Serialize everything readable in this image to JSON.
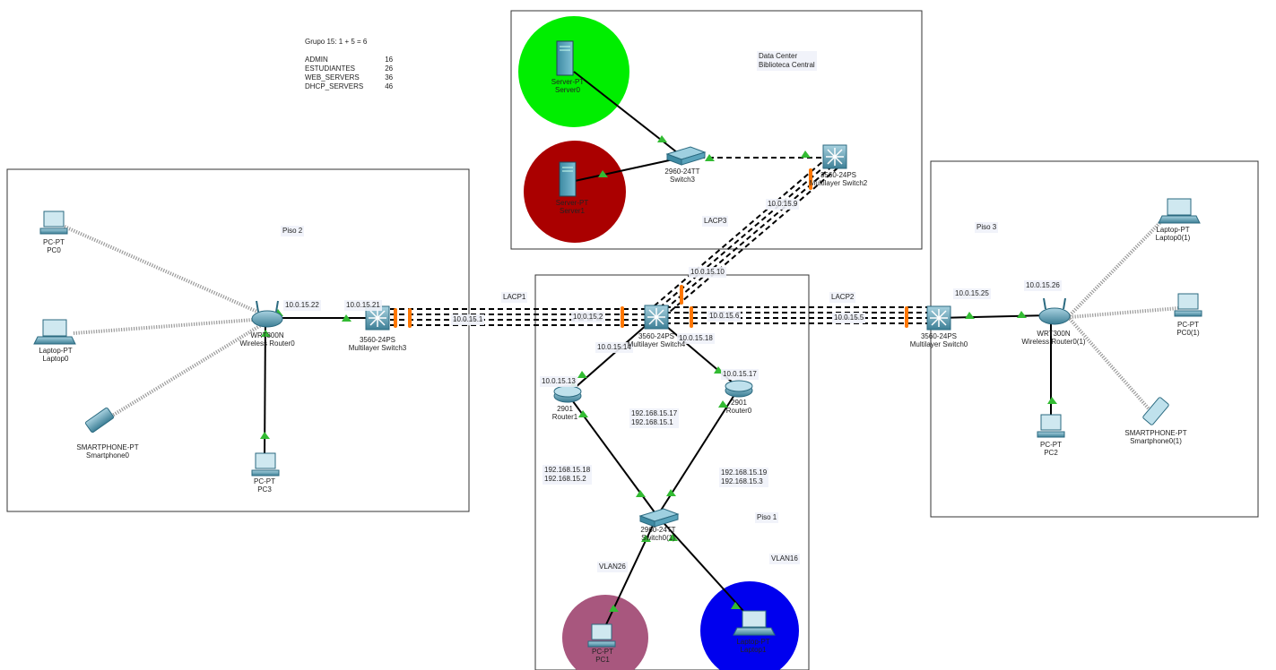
{
  "summary": {
    "title": "Grupo 15: 1 + 5 = 6",
    "rows": [
      {
        "name": "ADMIN",
        "value": "16"
      },
      {
        "name": "ESTUDIANTES",
        "value": "26"
      },
      {
        "name": "WEB_SERVERS",
        "value": "36"
      },
      {
        "name": "DHCP_SERVERS",
        "value": "46"
      }
    ]
  },
  "areas": {
    "datacenter": "Data Center\nBiblioteca Central",
    "piso1": "Piso 1",
    "piso2": "Piso 2",
    "piso3": "Piso 3"
  },
  "links": {
    "lacp1": "LACP1",
    "lacp2": "LACP2",
    "lacp3": "LACP3",
    "vlan26": "VLAN26",
    "vlan16": "VLAN16"
  },
  "ips": {
    "wr0": "10.0.15.22",
    "ms3": "10.0.15.21",
    "ms3_lacp": "10.0.15.1",
    "ms4_left": "10.0.15.2",
    "ms4_right": "10.0.15.6",
    "ms0_lacp": "10.0.15.5",
    "ms0": "10.0.15.25",
    "wr1": "10.0.15.26",
    "ms2": "10.0.15.9",
    "ms4_top": "10.0.15.10",
    "ms4_r1": "10.0.15.14",
    "ms4_r0": "10.0.15.18",
    "r1": "10.0.15.13",
    "r0": "10.0.15.17",
    "center_a": "192.168.15.17",
    "center_b": "192.168.15.1",
    "r1_sw_a": "192.168.15.18",
    "r1_sw_b": "192.168.15.2",
    "r0_sw_a": "192.168.15.19",
    "r0_sw_b": "192.168.15.3"
  },
  "devices": {
    "server0": {
      "model": "Server-PT",
      "name": "Server0"
    },
    "server1": {
      "model": "Server-PT",
      "name": "Server1"
    },
    "switch3": {
      "model": "2960-24TT",
      "name": "Switch3"
    },
    "ms2": {
      "model": "3560-24PS",
      "name": "Multilayer Switch2"
    },
    "pc0": {
      "model": "PC-PT",
      "name": "PC0"
    },
    "laptop0": {
      "model": "Laptop-PT",
      "name": "Laptop0"
    },
    "smartphone0": {
      "model": "SMARTPHONE-PT",
      "name": "Smartphone0"
    },
    "wr0": {
      "model": "WRT300N",
      "name": "Wireless Router0"
    },
    "ms3": {
      "model": "3560-24PS",
      "name": "Multilayer Switch3"
    },
    "pc3": {
      "model": "PC-PT",
      "name": "PC3"
    },
    "ms4": {
      "model": "3560-24PS",
      "name": "Multilayer Switch4"
    },
    "router1": {
      "model": "2901",
      "name": "Router1"
    },
    "router0": {
      "model": "2901",
      "name": "Router0"
    },
    "switch01": {
      "model": "2960-24TT",
      "name": "Switch0(1)"
    },
    "pc1": {
      "model": "PC-PT",
      "name": "PC1"
    },
    "laptop1": {
      "model": "Laptop-PT",
      "name": "Laptop1"
    },
    "ms0": {
      "model": "3560-24PS",
      "name": "Multilayer Switch0"
    },
    "wr1": {
      "model": "WRT300N",
      "name": "Wireless Router0(1)"
    },
    "laptop01": {
      "model": "Laptop-PT",
      "name": "Laptop0(1)"
    },
    "pc01": {
      "model": "PC-PT",
      "name": "PC0(1)"
    },
    "smartphone01": {
      "model": "SMARTPHONE-PT",
      "name": "Smartphone0(1)"
    },
    "pc2": {
      "model": "PC-PT",
      "name": "PC2"
    }
  },
  "colors": {
    "server0_area": "#00ee00",
    "server1_area": "#aa0000",
    "pc1_area": "#a8577e",
    "laptop1_area": "#0000ee",
    "link_up": "#33bb33",
    "lacp_marker": "#ff7700"
  }
}
